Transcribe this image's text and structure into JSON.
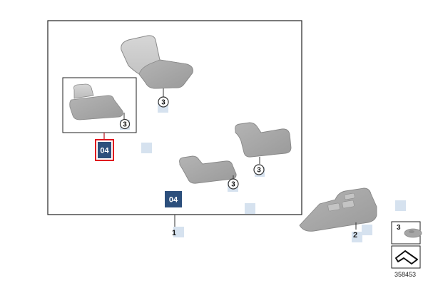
{
  "diagram": {
    "callouts": {
      "mat_top": "3",
      "mat_small": "3",
      "mat_rear_right": "3",
      "mat_rear_mid": "3",
      "main_group": "1",
      "third_row": "2",
      "side_item": "3"
    },
    "badges": {
      "highlighted": "04",
      "lower": "04"
    },
    "reference_number": "358453",
    "colors": {
      "badge_fill": "#2c4f7c",
      "highlight_border": "#e0141e",
      "mat_fill": "#a9a9a9",
      "mat_edge": "#8a8a8a",
      "hotspot": "#d6e2ef",
      "frame": "#222222"
    }
  }
}
